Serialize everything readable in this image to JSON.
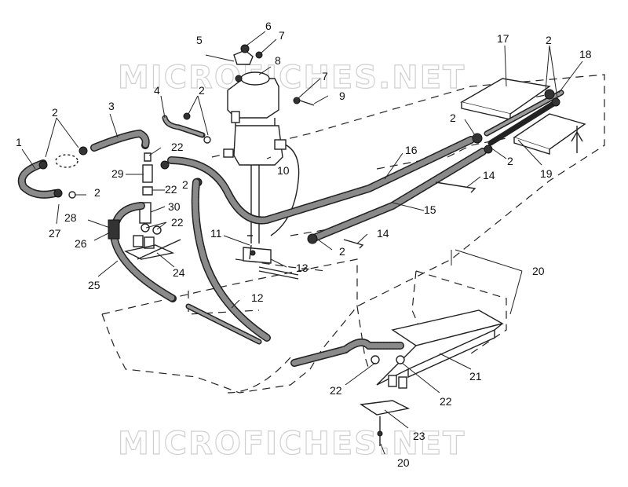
{
  "watermark": {
    "top": "MICROFICHES.NET",
    "bottom": "MICROFICHES.NET"
  },
  "callouts": [
    {
      "id": "1",
      "label": "1"
    },
    {
      "id": "2a",
      "label": "2"
    },
    {
      "id": "2b",
      "label": "2"
    },
    {
      "id": "2c",
      "label": "2"
    },
    {
      "id": "2d",
      "label": "2"
    },
    {
      "id": "2e",
      "label": "2"
    },
    {
      "id": "2f",
      "label": "2"
    },
    {
      "id": "2g",
      "label": "2"
    },
    {
      "id": "2h",
      "label": "2"
    },
    {
      "id": "3",
      "label": "3"
    },
    {
      "id": "4",
      "label": "4"
    },
    {
      "id": "5",
      "label": "5"
    },
    {
      "id": "6",
      "label": "6"
    },
    {
      "id": "7a",
      "label": "7"
    },
    {
      "id": "7b",
      "label": "7"
    },
    {
      "id": "8",
      "label": "8"
    },
    {
      "id": "9",
      "label": "9"
    },
    {
      "id": "10",
      "label": "10"
    },
    {
      "id": "11",
      "label": "11"
    },
    {
      "id": "12",
      "label": "12"
    },
    {
      "id": "13",
      "label": "13"
    },
    {
      "id": "14a",
      "label": "14"
    },
    {
      "id": "14b",
      "label": "14"
    },
    {
      "id": "15",
      "label": "15"
    },
    {
      "id": "16",
      "label": "16"
    },
    {
      "id": "17",
      "label": "17"
    },
    {
      "id": "18",
      "label": "18"
    },
    {
      "id": "19",
      "label": "19"
    },
    {
      "id": "20a",
      "label": "20"
    },
    {
      "id": "20b",
      "label": "20"
    },
    {
      "id": "21",
      "label": "21"
    },
    {
      "id": "22a",
      "label": "22"
    },
    {
      "id": "22b",
      "label": "22"
    },
    {
      "id": "22c",
      "label": "22"
    },
    {
      "id": "22d",
      "label": "22"
    },
    {
      "id": "22e",
      "label": "22"
    },
    {
      "id": "23",
      "label": "23"
    },
    {
      "id": "24",
      "label": "24"
    },
    {
      "id": "25",
      "label": "25"
    },
    {
      "id": "26",
      "label": "26"
    },
    {
      "id": "27",
      "label": "27"
    },
    {
      "id": "28",
      "label": "28"
    },
    {
      "id": "29",
      "label": "29"
    },
    {
      "id": "30",
      "label": "30"
    }
  ]
}
